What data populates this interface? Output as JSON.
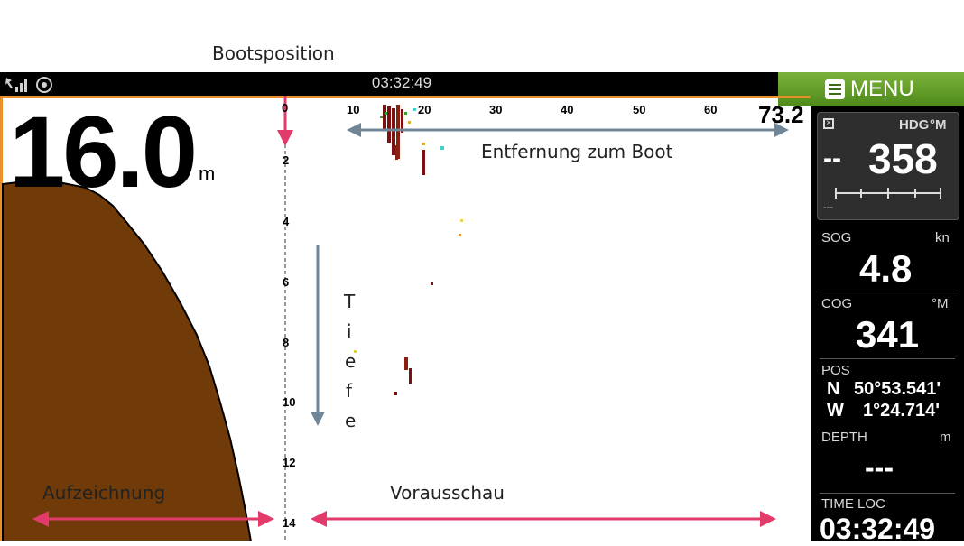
{
  "annotations": {
    "boat_position": "Bootsposition",
    "distance_to_boat": "Entfernung zum Boot",
    "depth_letters": [
      "T",
      "i",
      "e",
      "f",
      "e"
    ],
    "recording": "Aufzeichnung",
    "preview": "Vorausschau"
  },
  "status_bar": {
    "time": "03:32:49"
  },
  "menu": {
    "label": "MENU"
  },
  "sonar": {
    "depth_value": "16.0",
    "depth_unit": "m",
    "range_ticks": [
      "10",
      "20",
      "30",
      "40",
      "50",
      "60"
    ],
    "range_max": "73.2",
    "depth_ticks": [
      "0",
      "2",
      "4",
      "6",
      "8",
      "10",
      "12",
      "14"
    ]
  },
  "instruments": {
    "heading": {
      "label": "HDG",
      "unit": "°M",
      "dashes": "--",
      "value": "358",
      "sub": "---"
    },
    "sog": {
      "label": "SOG",
      "unit": "kn",
      "value": "4.8"
    },
    "cog": {
      "label": "COG",
      "unit": "°M",
      "value": "341"
    },
    "pos": {
      "label": "POS",
      "lat_prefix": "N",
      "lat": "50°53.541'",
      "lon_prefix": "W",
      "lon": "1°24.714'"
    },
    "depth": {
      "label": "DEPTH",
      "unit": "m",
      "value": "---"
    },
    "time": {
      "label": "TIME LOC",
      "value": "03:32:49"
    }
  },
  "colors": {
    "accent_orange": "#e98f2a",
    "menu_green": "#6aa22c",
    "seabed_brown": "#703b09",
    "arrow_red": "#e23a6a",
    "arrow_gray": "#6f8698"
  }
}
